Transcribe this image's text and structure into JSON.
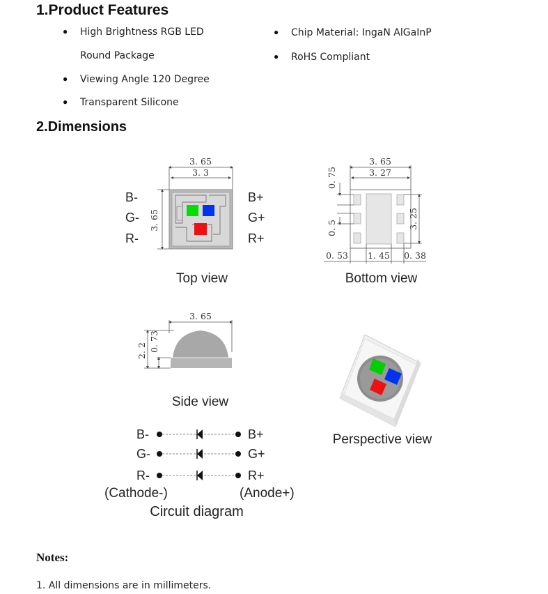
{
  "sections": {
    "features_title": "1.Product Features",
    "dimensions_title": "2.Dimensions"
  },
  "features": {
    "left": [
      "High Brightness RGB LED",
      "Round Package",
      "Viewing Angle 120 Degree",
      "Transparent Silicone"
    ],
    "right": [
      "Chip Material: IngaN AlGaInP",
      "RoHS Compliant"
    ]
  },
  "top_view": {
    "width_outer": "3. 65",
    "width_inner": "3. 3",
    "height": "3. 65",
    "pins_left": [
      "B-",
      "G-",
      "R-"
    ],
    "pins_right": [
      "B+",
      "G+",
      "R+"
    ],
    "caption": "Top view",
    "colors": {
      "green": "#00e000",
      "blue": "#0033ee",
      "red": "#ee1111"
    }
  },
  "bottom_view": {
    "width_outer": "3. 65",
    "width_inner": "3. 27",
    "left_top": "0. 75",
    "left_mid": "0. 5",
    "right_height": "3. 25",
    "bottom_left": "0. 53",
    "bottom_mid": "1. 45",
    "bottom_right": "0. 38",
    "caption": "Bottom view"
  },
  "side_view": {
    "width": "3. 65",
    "height_total": "2. 2",
    "height_base": "0. 73",
    "caption": "Side view"
  },
  "perspective_view": {
    "caption": "Perspective view"
  },
  "circuit": {
    "left_labels": [
      "B-",
      "G-",
      "R-"
    ],
    "right_labels": [
      "B+",
      "G+",
      "R+"
    ],
    "cathode": "(Cathode-)",
    "anode": "(Anode+)",
    "caption": "Circuit diagram"
  },
  "notes": {
    "title": "Notes:",
    "items": [
      "1. All dimensions are in millimeters."
    ]
  }
}
